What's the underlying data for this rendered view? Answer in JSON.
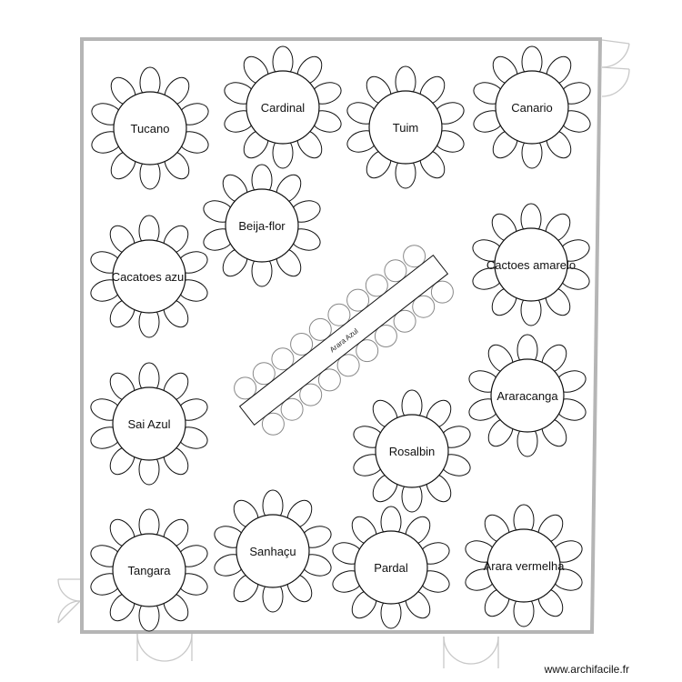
{
  "plan": {
    "wall_color": "#b5b5b5",
    "line_color": "#111111",
    "door_color": "#c8c8c8"
  },
  "round_tables": [
    {
      "id": "tucano",
      "name": "Tucano"
    },
    {
      "id": "cardinal",
      "name": "Cardinal"
    },
    {
      "id": "tuim",
      "name": "Tuim"
    },
    {
      "id": "canario",
      "name": "Canario"
    },
    {
      "id": "beija-flor",
      "name": "Beija-flor"
    },
    {
      "id": "catacoes-azul",
      "name": "Cacatoes azul"
    },
    {
      "id": "cactoes-amarelo",
      "name": "Cactoes amarelo"
    },
    {
      "id": "sai-azul",
      "name": "Sai Azul"
    },
    {
      "id": "araracanga",
      "name": "Araracanga"
    },
    {
      "id": "rosalbin",
      "name": "Rosalbin"
    },
    {
      "id": "tangara",
      "name": "Tangara"
    },
    {
      "id": "sanhacu",
      "name": "Sanhaçu"
    },
    {
      "id": "pardal",
      "name": "Pardal"
    },
    {
      "id": "arara-vermelha",
      "name": "Arara vermelha"
    }
  ],
  "long_table": {
    "name": "Arara Azul",
    "chairs_per_side": 10
  },
  "credit": "www.archifacile.fr"
}
